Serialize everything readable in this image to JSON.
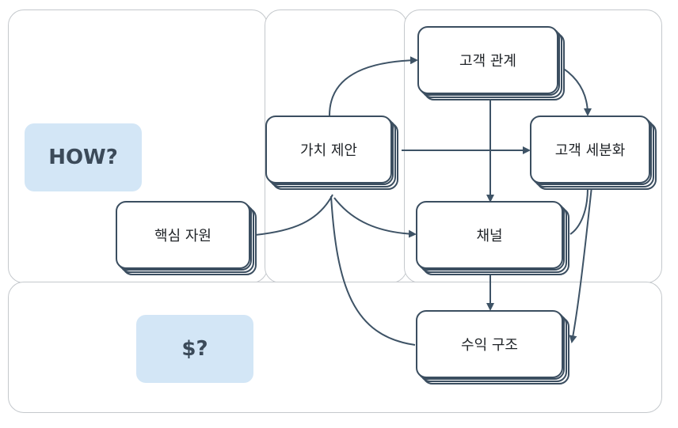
{
  "badges": {
    "how": "HOW?",
    "money": "$?"
  },
  "cards": {
    "customer_relationships": "고객 관계",
    "value_proposition": "가치 제안",
    "customer_segments": "고객 세분화",
    "key_resources": "핵심 자원",
    "channels": "채널",
    "revenue_streams": "수익 구조"
  }
}
